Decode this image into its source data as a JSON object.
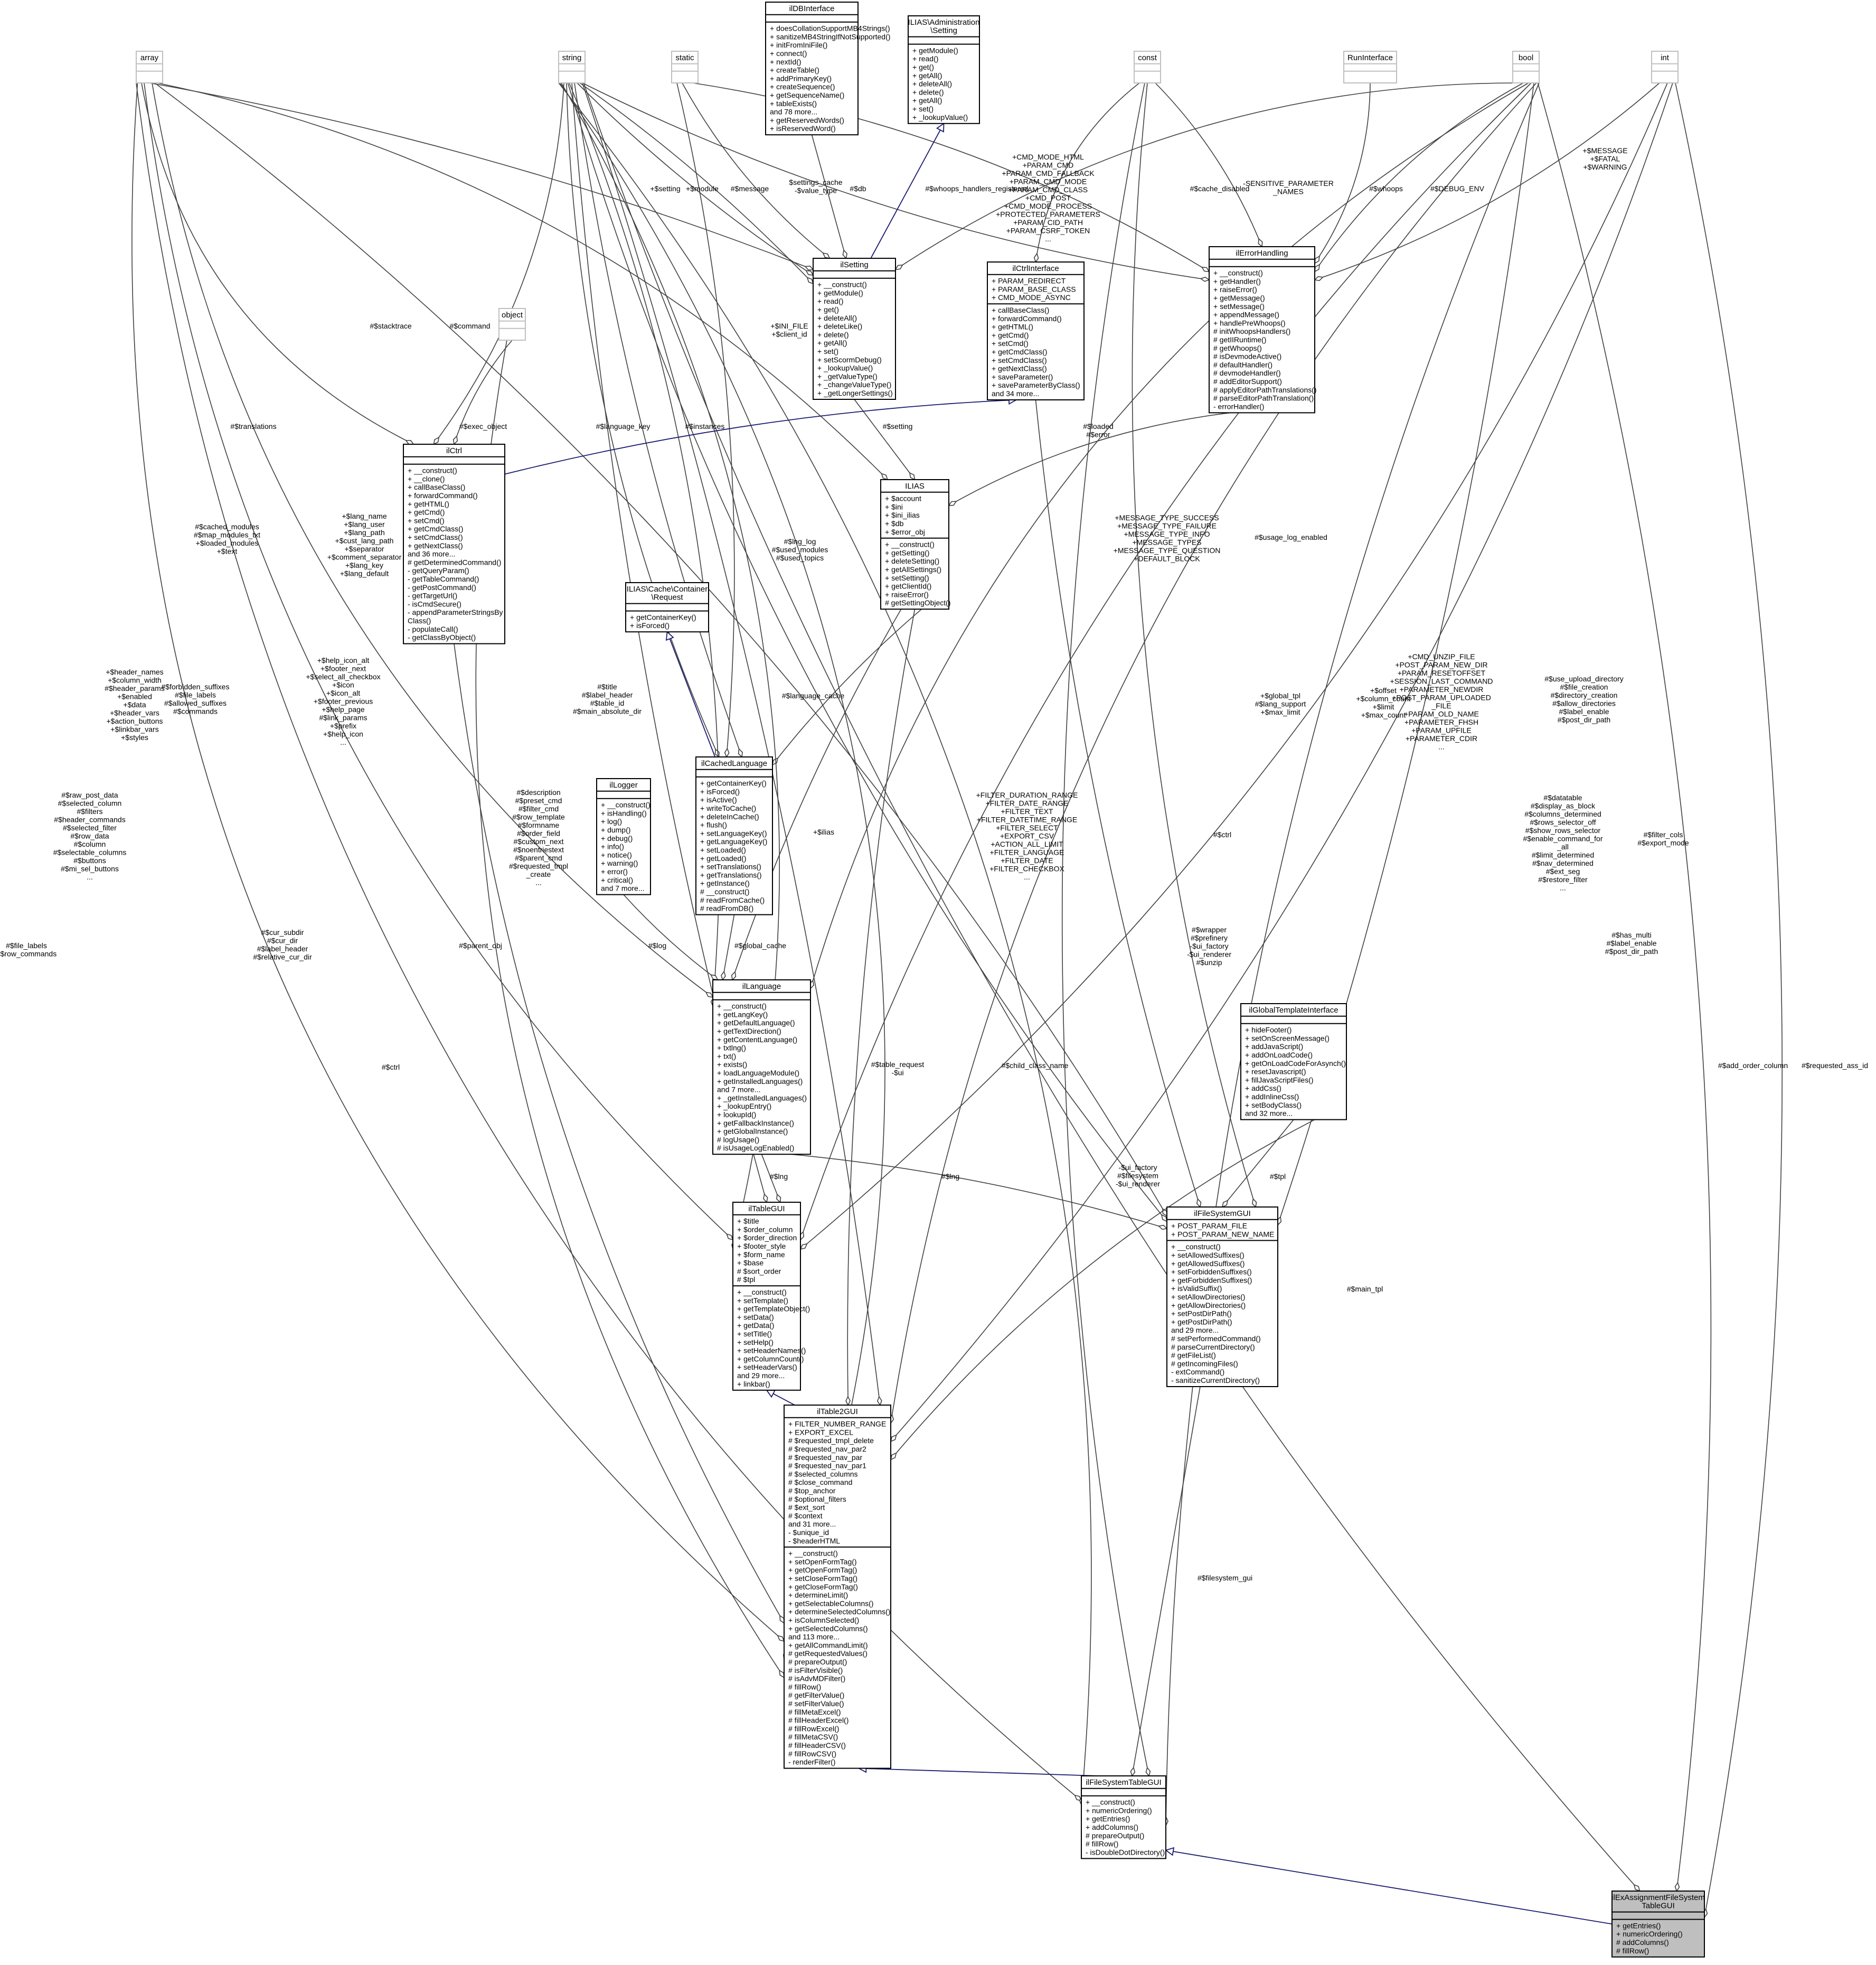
{
  "nodes": {
    "array": {
      "title": [
        "array"
      ],
      "members": [],
      "methods": [],
      "muted": true
    },
    "string": {
      "title": [
        "string"
      ],
      "members": [],
      "methods": [],
      "muted": true
    },
    "static": {
      "title": [
        "static"
      ],
      "members": [],
      "methods": [],
      "muted": true
    },
    "ilDBInterface": {
      "title": [
        "ilDBInterface"
      ],
      "members": [],
      "methods": [
        "+ doesCollationSupportMB4Strings()",
        "+ sanitizeMB4StringIfNotSupported()",
        "+ initFromIniFile()",
        "+ connect()",
        "+ nextId()",
        "+ createTable()",
        "+ addPrimaryKey()",
        "+ createSequence()",
        "+ getSequenceName()",
        "+ tableExists()",
        "and 78 more...",
        "+ getReservedWords()",
        "+ isReservedWord()"
      ]
    },
    "ilSettingIface": {
      "title": [
        "ILIAS\\Administration",
        "\\Setting"
      ],
      "members": [],
      "methods": [
        "+ getModule()",
        "+ read()",
        "+ get()",
        "+ getAll()",
        "+ deleteAll()",
        "+ delete()",
        "+ getAll()",
        "+ set()",
        "+ _lookupValue()"
      ]
    },
    "const": {
      "title": [
        "const"
      ],
      "members": [],
      "methods": [],
      "muted": true
    },
    "RunInterface": {
      "title": [
        "RunInterface"
      ],
      "members": [],
      "methods": [],
      "muted": true
    },
    "bool": {
      "title": [
        "bool"
      ],
      "members": [],
      "methods": [],
      "muted": true
    },
    "int": {
      "title": [
        "int"
      ],
      "members": [],
      "methods": [],
      "muted": true
    },
    "object": {
      "title": [
        "object"
      ],
      "members": [],
      "methods": [],
      "muted": true
    },
    "ilSetting": {
      "title": [
        "ilSetting"
      ],
      "members": [],
      "methods": [
        "+ __construct()",
        "+ getModule()",
        "+ read()",
        "+ get()",
        "+ deleteAll()",
        "+ deleteLike()",
        "+ delete()",
        "+ getAll()",
        "+ set()",
        "+ setScormDebug()",
        "+ _lookupValue()",
        "+ _getValueType()",
        "+ _changeValueType()",
        "+ _getLongerSettings()"
      ]
    },
    "ilCtrlInterface": {
      "title": [
        "ilCtrlInterface"
      ],
      "members": [
        "+ PARAM_REDIRECT",
        "+ PARAM_BASE_CLASS",
        "+ CMD_MODE_ASYNC"
      ],
      "methods": [
        "+ callBaseClass()",
        "+ forwardCommand()",
        "+ getHTML()",
        "+ getCmd()",
        "+ setCmd()",
        "+ getCmdClass()",
        "+ setCmdClass()",
        "+ getNextClass()",
        "+ saveParameter()",
        "+ saveParameterByClass()",
        "and 34 more..."
      ]
    },
    "ilErrorHandling": {
      "title": [
        "ilErrorHandling"
      ],
      "members": [],
      "methods": [
        "+ __construct()",
        "+ getHandler()",
        "+ raiseError()",
        "+ getMessage()",
        "+ setMessage()",
        "+ appendMessage()",
        "+ handlePreWhoops()",
        "# initWhoopsHandlers()",
        "# getIIRuntime()",
        "# getWhoops()",
        "# isDevmodeActive()",
        "# defaultHandler()",
        "# devmodeHandler()",
        "# addEditorSupport()",
        "# applyEditorPathTranslations()",
        "# parseEditorPathTranslation()",
        "- errorHandler()"
      ]
    },
    "ilCtrl": {
      "title": [
        "ilCtrl"
      ],
      "members": [],
      "methods": [
        "+ __construct()",
        "+ __clone()",
        "+ callBaseClass()",
        "+ forwardCommand()",
        "+ getHTML()",
        "+ getCmd()",
        "+ setCmd()",
        "+ getCmdClass()",
        "+ setCmdClass()",
        "+ getNextClass()",
        "and 36 more...",
        "# getDeterminedCommand()",
        "- getQueryParam()",
        "- getTableCommand()",
        "- getPostCommand()",
        "- getTargetUrl()",
        "- isCmdSecure()",
        "- appendParameterStringsBy",
        "Class()",
        "- populateCall()",
        "- getClassByObject()"
      ]
    },
    "ILIAS": {
      "title": [
        "ILIAS"
      ],
      "members": [
        "+ $account",
        "+ $ini",
        "+ $ini_ilias",
        "+ $db",
        "+ $error_obj"
      ],
      "methods": [
        "+ __construct()",
        "+ getSetting()",
        "+ deleteSetting()",
        "+ getAllSettings()",
        "+ setSetting()",
        "+ getClientId()",
        "+ raiseError()",
        "# getSettingObject()"
      ]
    },
    "RequestIface": {
      "title": [
        "ILIAS\\Cache\\Container",
        "\\Request"
      ],
      "members": [],
      "methods": [
        "+ getContainerKey()",
        "+ isForced()"
      ]
    },
    "ilCachedLanguage": {
      "title": [
        "ilCachedLanguage"
      ],
      "members": [],
      "methods": [
        "+ getContainerKey()",
        "+ isForced()",
        "+ isActive()",
        "+ writeToCache()",
        "+ deleteInCache()",
        "+ flush()",
        "+ setLanguageKey()",
        "+ getLanguageKey()",
        "+ setLoaded()",
        "+ getLoaded()",
        "+ setTranslations()",
        "+ getTranslations()",
        "+ getInstance()",
        "# __construct()",
        "# readFromCache()",
        "# readFromDB()"
      ]
    },
    "ilLogger": {
      "title": [
        "ilLogger"
      ],
      "members": [],
      "methods": [
        "+ __construct()",
        "+ isHandling()",
        "+ log()",
        "+ dump()",
        "+ debug()",
        "+ info()",
        "+ notice()",
        "+ warning()",
        "+ error()",
        "+ critical()",
        "and 7 more..."
      ]
    },
    "ilLanguage": {
      "title": [
        "ilLanguage"
      ],
      "members": [],
      "methods": [
        "+ __construct()",
        "+ getLangKey()",
        "+ getDefaultLanguage()",
        "+ getTextDirection()",
        "+ getContentLanguage()",
        "+ txtlng()",
        "+ txt()",
        "+ exists()",
        "+ loadLanguageModule()",
        "+ getInstalledLanguages()",
        "and 7 more...",
        "+ _getInstalledLanguages()",
        "+ _lookupEntry()",
        "+ lookupId()",
        "+ getFallbackInstance()",
        "+ getGlobalInstance()",
        "# logUsage()",
        "# isUsageLogEnabled()"
      ]
    },
    "ilGlobalTemplateInterface": {
      "title": [
        "ilGlobalTemplateInterface"
      ],
      "members": [],
      "methods": [
        "+ hideFooter()",
        "+ setOnScreenMessage()",
        "+ addJavaScript()",
        "+ addOnLoadCode()",
        "+ getOnLoadCodeForAsynch()",
        "+ resetJavascript()",
        "+ fillJavaScriptFiles()",
        "+ addCss()",
        "+ addInlineCss()",
        "+ setBodyClass()",
        "and 32 more..."
      ]
    },
    "ilTableGUI": {
      "title": [
        "ilTableGUI"
      ],
      "members": [
        "+ $title",
        "+ $order_column",
        "+ $order_direction",
        "+ $footer_style",
        "+ $form_name",
        "+ $base",
        "# $sort_order",
        "# $tpl"
      ],
      "methods": [
        "+ __construct()",
        "+ setTemplate()",
        "+ getTemplateObject()",
        "+ setData()",
        "+ getData()",
        "+ setTitle()",
        "+ setHelp()",
        "+ setHeaderNames()",
        "+ getColumnCount()",
        "+ setHeaderVars()",
        "and 29 more...",
        "+ linkbar()"
      ]
    },
    "ilFileSystemGUI": {
      "title": [
        "ilFileSystemGUI"
      ],
      "members": [
        "+ POST_PARAM_FILE",
        "+ POST_PARAM_NEW_NAME"
      ],
      "methods": [
        "+ __construct()",
        "+ setAllowedSuffixes()",
        "+ getAllowedSuffixes()",
        "+ setForbiddenSuffixes()",
        "+ getForbiddenSuffixes()",
        "+ isValidSuffix()",
        "+ setAllowDirectories()",
        "+ getAllowDirectories()",
        "+ setPostDirPath()",
        "+ getPostDirPath()",
        "and 29 more...",
        "# setPerformedCommand()",
        "# parseCurrentDirectory()",
        "# getFileList()",
        "# getIncomingFiles()",
        "- extCommand()",
        "- sanitizeCurrentDirectory()"
      ]
    },
    "ilTable2GUI": {
      "title": [
        "ilTable2GUI"
      ],
      "members": [
        "+ FILTER_NUMBER_RANGE",
        "+ EXPORT_EXCEL",
        "# $requested_tmpl_delete",
        "# $requested_nav_par2",
        "# $requested_nav_par",
        "# $requested_nav_par1",
        "# $selected_columns",
        "# $close_command",
        "# $top_anchor",
        "# $optional_filters",
        "# $ext_sort",
        "# $context",
        "and 31 more...",
        "- $unique_id",
        "- $headerHTML"
      ],
      "methods": [
        "+ __construct()",
        "+ setOpenFormTag()",
        "+ getOpenFormTag()",
        "+ setCloseFormTag()",
        "+ getCloseFormTag()",
        "+ determineLimit()",
        "+ getSelectableColumns()",
        "+ determineSelectedColumns()",
        "+ isColumnSelected()",
        "+ getSelectedColumns()",
        "and 113 more...",
        "+ getAllCommandLimit()",
        "# getRequestedValues()",
        "# prepareOutput()",
        "# isFilterVisible()",
        "# isAdvMDFilter()",
        "# fillRow()",
        "# getFilterValue()",
        "# setFilterValue()",
        "# fillMetaExcel()",
        "# fillHeaderExcel()",
        "# fillRowExcel()",
        "# fillMetaCSV()",
        "# fillHeaderCSV()",
        "# fillRowCSV()",
        "- renderFilter()"
      ]
    },
    "ilFileSystemTableGUI": {
      "title": [
        "ilFileSystemTableGUI"
      ],
      "members": [],
      "methods": [
        "+ __construct()",
        "+ numericOrdering()",
        "+ getEntries()",
        "+ addColumns()",
        "# prepareOutput()",
        "# fillRow()",
        "- isDoubleDotDirectory()"
      ]
    },
    "focus": {
      "title": [
        "ilExAssignmentFileSystem",
        "TableGUI"
      ],
      "members": [],
      "methods": [
        "+ getEntries()",
        "+ numericOrdering()",
        "# addColumns()",
        "# fillRow()"
      ],
      "focus": true
    }
  },
  "edge_labels": {
    "stacktrace": [
      "#$stacktrace"
    ],
    "command": [
      "#$command"
    ],
    "exec_object": [
      "#$exec_object"
    ],
    "translations": [
      "#$translations"
    ],
    "setting_l": [
      "+$setting"
    ],
    "module": [
      "+$module"
    ],
    "message": [
      "#$message"
    ],
    "settings_cache": [
      "$settings_cache",
      "-$value_type"
    ],
    "db": [
      "#$db"
    ],
    "whoops_reg": [
      "#$whoops_handlers_registered"
    ],
    "cmd_mode": [
      "+CMD_MODE_HTML",
      "+PARAM_CMD",
      "+PARAM_CMD_FALLBACK",
      "+PARAM_CMD_MODE",
      "+PARAM_CMD_CLASS",
      "+CMD_POST",
      "+CMD_MODE_PROCESS",
      "+PROTECTED_PARAMETERS",
      "+PARAM_CID_PATH",
      "+PARAM_CSRF_TOKEN",
      "..."
    ],
    "cache_disabled": [
      "#$cache_disabled"
    ],
    "sensitive": [
      "-SENSITIVE_PARAMETER",
      "_NAMES"
    ],
    "whoops": [
      "#$whoops"
    ],
    "debug_env": [
      "#$DEBUG_ENV"
    ],
    "message_int": [
      "+$MESSAGE",
      "+$FATAL",
      "+$WARNING"
    ],
    "ini_file": [
      "+$INI_FILE",
      "+$client_id"
    ],
    "language_key": [
      "#$language_key"
    ],
    "instances": [
      "#$instances"
    ],
    "setting_r": [
      "#$setting"
    ],
    "loaded": [
      "#$loaded",
      "#$error"
    ],
    "cached_modules": [
      "#$cached_modules",
      "#$map_modules_txt",
      "+$loaded_modules",
      "+$text"
    ],
    "lang_name": [
      "+$lang_name",
      "+$lang_user",
      "+$lang_path",
      "+$cust_lang_path",
      "+$separator",
      "+$comment_separator",
      "+$lang_key",
      "+$lang_default"
    ],
    "lng_log": [
      "#$lng_log",
      "#$used_modules",
      "#$used_topics"
    ],
    "usage_log": [
      "#$usage_log_enabled"
    ],
    "msg_types": [
      "+MESSAGE_TYPE_SUCCESS",
      "+MESSAGE_TYPE_FAILURE",
      "+MESSAGE_TYPE_INFO",
      "+MESSAGE_TYPES",
      "+MESSAGE_TYPE_QUESTION",
      "+DEFAULT_BLOCK"
    ],
    "language_cache": [
      "#$language_cache"
    ],
    "header_names": [
      "+$header_names",
      "+$column_width",
      "#$header_params",
      "+$enabled",
      "+$data",
      "+$header_vars",
      "+$action_buttons",
      "+$linkbar_vars",
      "+$styles"
    ],
    "forbidden": [
      "#$forbidden_suffixes",
      "#$file_labels",
      "#$allowed_suffixes",
      "#$commands"
    ],
    "help_icon": [
      "+$help_icon_alt",
      "+$footer_next",
      "+$select_all_checkbox",
      "+$icon",
      "+$icon_alt",
      "+$footer_previous",
      "+$help_page",
      "#$link_params",
      "+$prefix",
      "+$help_icon",
      "..."
    ],
    "title_h": [
      "#$title",
      "#$label_header",
      "#$table_id",
      "#$main_absolute_dir"
    ],
    "global_tpl": [
      "+$global_tpl",
      "#$lang_support",
      "+$max_limit"
    ],
    "offset": [
      "+$offset",
      "+$column_count",
      "+$limit",
      "+$max_count"
    ],
    "cmd_unzip": [
      "+CMD_UNZIP_FILE",
      "+POST_PARAM_NEW_DIR",
      "+PARAM_RESETOFFSET",
      "+SESSION_LAST_COMMAND",
      "+PARAMETER_NEWDIR",
      "+POST_PARAM_UPLOADED",
      "_FILE",
      "+PARAM_OLD_NAME",
      "+PARAMETER_FHSH",
      "+PARAM_UPFILE",
      "+PARAMETER_CDIR",
      "..."
    ],
    "use_upload": [
      "#$use_upload_directory",
      "#$file_creation",
      "#$directory_creation",
      "#$allow_directories",
      "#$label_enable",
      "#$post_dir_path"
    ],
    "raw_post": [
      "#$raw_post_data",
      "#$selected_column",
      "#$filters",
      "#$header_commands",
      "#$selected_filter",
      "#$row_data",
      "#$column",
      "#$selectable_columns",
      "#$buttons",
      "#$mi_sel_buttons",
      "..."
    ],
    "description": [
      "#$description",
      "#$preset_cmd",
      "#$filter_cmd",
      "#$row_template",
      "#$formname",
      "#$order_field",
      "#$custom_next",
      "#$noentriestext",
      "#$parent_cmd",
      "#$requested_tmpl",
      "_create",
      "..."
    ],
    "filter_range": [
      "+FILTER_DURATION_RANGE",
      "+FILTER_DATE_RANGE",
      "+FILTER_TEXT",
      "+FILTER_DATETIME_RANGE",
      "+FILTER_SELECT",
      "+EXPORT_CSV",
      "+ACTION_ALL_LIMIT",
      "+FILTER_LANGUAGE",
      "+FILTER_DATE",
      "+FILTER_CHECKBOX",
      "..."
    ],
    "ilias": [
      "+$ilias"
    ],
    "log": [
      "#$log"
    ],
    "global_cache": [
      "#$global_cache"
    ],
    "datatable": [
      "#$datatable",
      "#$display_as_block",
      "#$columns_determined",
      "#$rows_selector_off",
      "#$show_rows_selector",
      "#$enable_command_for",
      "_all",
      "#$limit_determined",
      "#$nav_determined",
      "#$ext_seg",
      "#$restore_filter",
      "..."
    ],
    "filter_cols": [
      "#$filter_cols",
      "#$export_mode"
    ],
    "file_labels": [
      "#$file_labels",
      "#$row_commands"
    ],
    "cur_subdir": [
      "#$cur_subdir",
      "#$cur_dir",
      "#$label_header",
      "#$relative_cur_dir"
    ],
    "parent_obj": [
      "#$parent_obj"
    ],
    "ctrl_left": [
      "#$ctrl"
    ],
    "ctrl_right": [
      "#$ctrl"
    ],
    "wrapper": [
      "#$wrapper",
      "#$prefinery",
      "-$ui_factory",
      "-$ui_renderer",
      "#$unzip"
    ],
    "child_class": [
      "#$child_class_name"
    ],
    "has_multi": [
      "#$has_multi",
      "#$label_enable",
      "#$post_dir_path"
    ],
    "table_request": [
      "#$table_request",
      "-$ui"
    ],
    "lng": [
      "#$lng"
    ],
    "lng_r": [
      "#$lng"
    ],
    "ui_factory": [
      "-$ui_factory",
      "#$filesystem",
      "-$ui_renderer"
    ],
    "tpl": [
      "#$tpl"
    ],
    "main_tpl": [
      "#$main_tpl"
    ],
    "filesystem_gui": [
      "#$filesystem_gui"
    ],
    "add_order": [
      "#$add_order_column"
    ],
    "requested_ass": [
      "#$requested_ass_id"
    ]
  }
}
